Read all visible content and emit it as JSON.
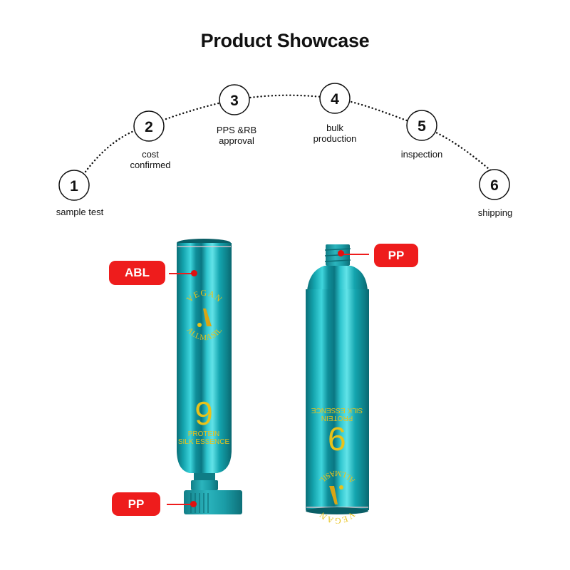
{
  "title": "Product Showcase",
  "process_steps": [
    {
      "number": "1",
      "label": "sample test"
    },
    {
      "number": "2",
      "label": "cost confirmed"
    },
    {
      "number": "3",
      "label": "PPS &RB approval"
    },
    {
      "number": "4",
      "label": "bulk production"
    },
    {
      "number": "5",
      "label": "inspection"
    },
    {
      "number": "6",
      "label": "shipping"
    }
  ],
  "step_labels": {
    "s1": "sample test",
    "s2a": "cost",
    "s2b": "confirmed",
    "s3a": "PPS &RB",
    "s3b": "approval",
    "s4a": "bulk",
    "s4b": "production",
    "s5": "inspection",
    "s6": "shipping"
  },
  "material_callouts": {
    "tube_body": "ABL",
    "cap_left": "PP",
    "neck_right": "PP"
  },
  "product_print": {
    "brand": "ALLMASIL",
    "tag": "VEGAN",
    "number": "9",
    "line1": "PROTEIN",
    "line2": "SILK ESSENCE"
  },
  "colors": {
    "accent_red": "#ee1c1c",
    "tube_teal": "#17a9b5",
    "print_gold": "#e8c21a"
  }
}
